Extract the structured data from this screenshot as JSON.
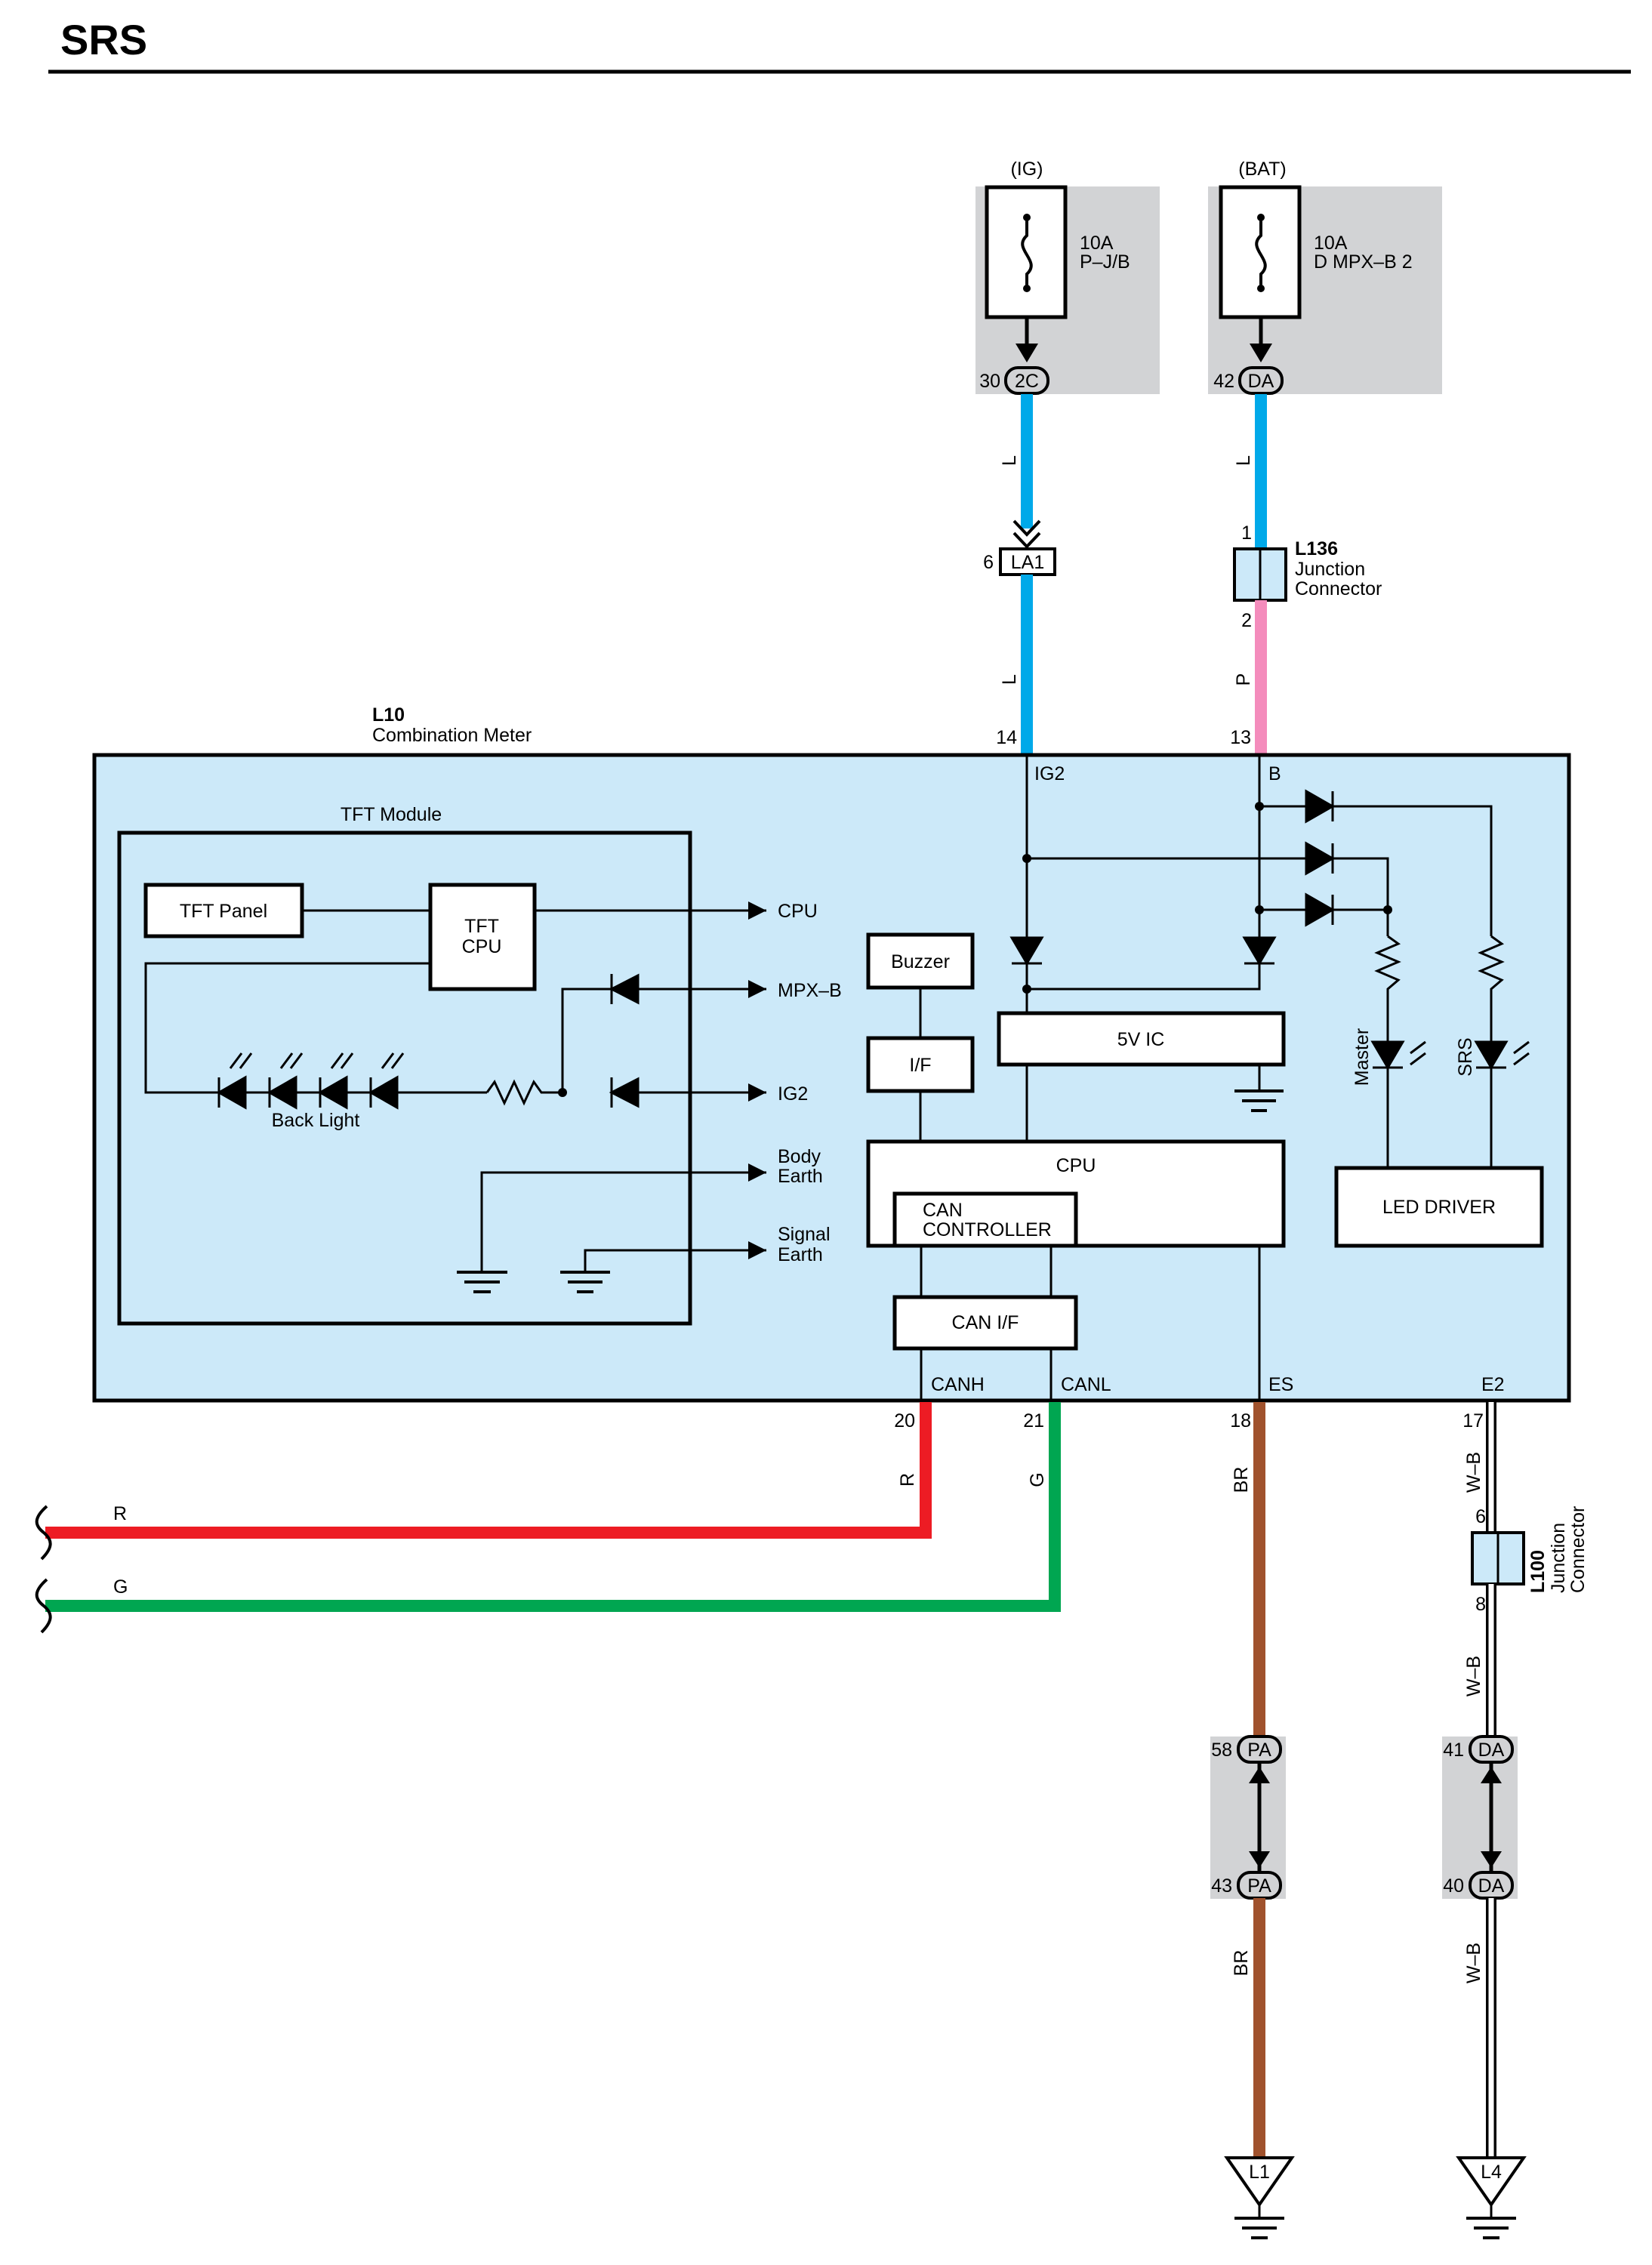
{
  "title": "SRS",
  "fuses": [
    {
      "source": "(IG)",
      "rating": "10A",
      "name": "P–J/B",
      "pin": "30",
      "connector": "2C"
    },
    {
      "source": "(BAT)",
      "rating": "10A",
      "name": "D MPX–B 2",
      "pin": "42",
      "connector": "DA"
    }
  ],
  "connectors": {
    "la1": {
      "id": "LA1",
      "pin": "6"
    },
    "l136": {
      "id": "L136",
      "line1": "Junction",
      "line2": "Connector",
      "pin_top": "1",
      "pin_bottom": "2"
    },
    "l100": {
      "id": "L100",
      "line1": "Junction",
      "line2": "Connector",
      "pin_top": "6",
      "pin_bottom": "8"
    },
    "pa": {
      "id": "PA",
      "pin_top": "58",
      "pin_bottom": "43"
    },
    "da": {
      "id": "DA",
      "pin_top": "41",
      "pin_bottom": "40"
    }
  },
  "wire_colors": {
    "ig_upper": "L",
    "ig_lower": "L",
    "bat_upper": "L",
    "bat_lower": "P",
    "canh": "R",
    "canl": "G",
    "es_upper": "BR",
    "es_lower": "BR",
    "e2_upper": "W–B",
    "e2_mid": "W–B",
    "e2_lower": "W–B",
    "can_left_r": "R",
    "can_left_g": "G"
  },
  "meter": {
    "id": "L10",
    "name": "Combination Meter",
    "pins": {
      "ig2": "14",
      "b": "13",
      "canh": "20",
      "canl": "21",
      "es": "18",
      "e2": "17"
    },
    "terminals": {
      "ig2": "IG2",
      "b": "B",
      "canh": "CANH",
      "canl": "CANL",
      "es": "ES",
      "e2": "E2"
    }
  },
  "tft_module": {
    "title": "TFT Module",
    "panel": "TFT Panel",
    "cpu_line1": "TFT",
    "cpu_line2": "CPU",
    "back_light": "Back Light",
    "outputs": {
      "cpu": "CPU",
      "mpxb": "MPX–B",
      "ig2": "IG2",
      "body1": "Body",
      "body2": "Earth",
      "signal1": "Signal",
      "signal2": "Earth"
    }
  },
  "blocks": {
    "buzzer": "Buzzer",
    "if": "I/F",
    "ic5v": "5V IC",
    "cpu": "CPU",
    "can_ctrl1": "CAN",
    "can_ctrl2": "CONTROLLER",
    "can_if": "CAN I/F",
    "led_driver": "LED DRIVER",
    "master": "Master",
    "srs": "SRS"
  },
  "grounds": {
    "l1": "L1",
    "l4": "L4"
  },
  "colors": {
    "blue_wire": "#00a9e9",
    "pink_wire": "#f48cbc",
    "red_wire": "#ed1c24",
    "green_wire": "#00a651",
    "brown_wire": "#a0522d",
    "meter_fill": "#cce9f9",
    "fuse_bg": "#d2d3d5"
  }
}
